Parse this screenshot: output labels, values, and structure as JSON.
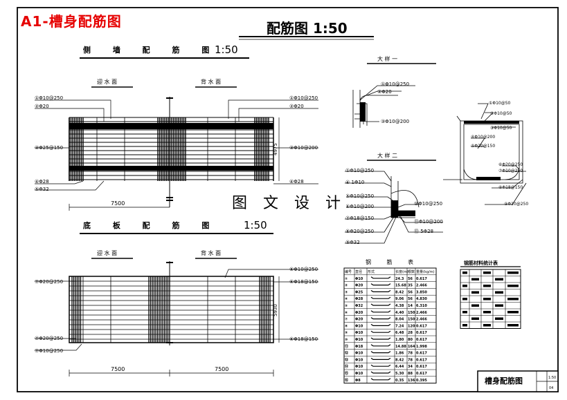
{
  "header": {
    "title": "A1-槽身配筋图"
  },
  "drawing": {
    "main_title": "配筋图 1:50",
    "wall": {
      "title": "侧 墙 配 筋 图",
      "scale": "1:50",
      "face_in": "迎 水 面",
      "face_back": "背 水 面",
      "left_labels": [
        "①Φ10@250",
        "②Φ20",
        "③Φ25@150",
        "④Φ28",
        "⑤Φ32"
      ],
      "right_labels": [
        "①Φ10@250",
        "②Φ20",
        "③Φ10@200",
        "④Φ28"
      ],
      "dim_width": "7500",
      "dim_height": "4975"
    },
    "floor": {
      "title": "底 板 配 筋 图",
      "scale": "1:50",
      "face_in": "迎 水 面",
      "face_back": "背 水 面",
      "left_labels": [
        "⑦Φ20@250",
        "⑦Φ20@250",
        "⑦Φ10@250"
      ],
      "right_labels": [
        "⑤Φ10@250",
        "⑥Φ18@150",
        "⑥Φ18@150"
      ],
      "dims": [
        "7500",
        "7500"
      ],
      "dim_height": "5930"
    },
    "detail1": {
      "title": "大 样 一",
      "labels": [
        "①Φ10@250",
        "②Φ20",
        "③Φ10@200"
      ]
    },
    "detail2": {
      "title": "大 样 二",
      "labels": [
        "①Φ10@250",
        "④ 1Φ10",
        "⑤Φ10@250",
        "⑥Φ10@200",
        "⑦Φ18@150",
        "⑧Φ20@250",
        "⑨Φ32",
        "⑩Φ10@250",
        "⑪Φ10@200",
        "⑫ 5Φ28"
      ]
    },
    "section": {
      "labels": [
        "①Φ10@50",
        "②Φ10@50",
        "③Φ10@50",
        "④Φ10@200",
        "⑤Φ20@150",
        "⑥Φ20@250",
        "⑦Φ10@250",
        "⑧Φ18@150",
        "⑨Φ10@250"
      ]
    },
    "watermark": "图 文 设 计",
    "schedule": {
      "title": "钢  筋  表",
      "headers": [
        "编号",
        "直径",
        "形式",
        "长度(m)",
        "根数",
        "重量(kg/m)"
      ],
      "rows": [
        [
          "①",
          "Φ10",
          "",
          "24.3",
          "56",
          "0.617"
        ],
        [
          "②",
          "Φ20",
          "",
          "15.68",
          "35",
          "2.466"
        ],
        [
          "③",
          "Φ25",
          "",
          "8.42",
          "56",
          "3.850"
        ],
        [
          "④",
          "Φ28",
          "",
          "9.06",
          "56",
          "4.830"
        ],
        [
          "⑤",
          "Φ32",
          "",
          "4.38",
          "14",
          "6.310"
        ],
        [
          "⑥",
          "Φ20",
          "",
          "4.40",
          "150",
          "2.466"
        ],
        [
          "⑦",
          "Φ20",
          "",
          "8.04",
          "150",
          "2.466"
        ],
        [
          "⑧",
          "Φ10",
          "",
          "7.24",
          "120",
          "0.617"
        ],
        [
          "⑨",
          "Φ10",
          "",
          "6.48",
          "28",
          "0.617"
        ],
        [
          "⑩",
          "Φ10",
          "",
          "1.80",
          "80",
          "0.617"
        ],
        [
          "⑪",
          "Φ18",
          "",
          "14.88",
          "164",
          "1.998"
        ],
        [
          "⑫",
          "Φ10",
          "",
          "1.86",
          "78",
          "0.617"
        ],
        [
          "⑬",
          "Φ10",
          "",
          "8.42",
          "78",
          "0.617"
        ],
        [
          "⑭",
          "Φ10",
          "",
          "6.44",
          "34",
          "0.617"
        ],
        [
          "⑮",
          "Φ10",
          "",
          "5.30",
          "88",
          "0.617"
        ],
        [
          "⑯",
          "Φ8",
          "",
          "0.35",
          "136",
          "0.395"
        ]
      ]
    },
    "summary": {
      "title": "钢筋材料统计表"
    },
    "title_block": {
      "name": "槽身配筋图",
      "a": "1:50",
      "b": "04"
    }
  }
}
